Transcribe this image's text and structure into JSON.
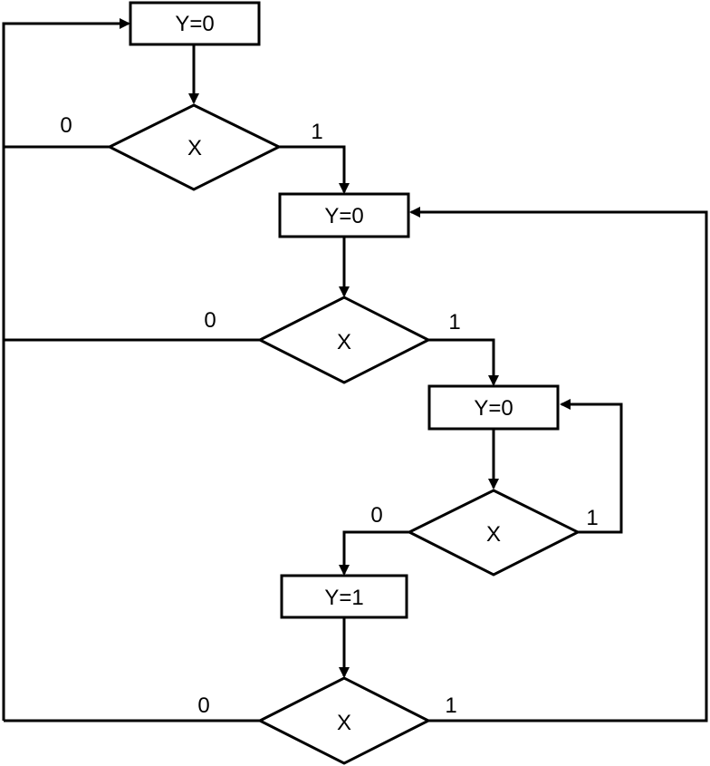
{
  "diagram": {
    "type": "flowchart",
    "nodes": [
      {
        "id": "p1",
        "kind": "process",
        "label": "Y=0"
      },
      {
        "id": "d1",
        "kind": "decision",
        "label": "X"
      },
      {
        "id": "p2",
        "kind": "process",
        "label": "Y=0"
      },
      {
        "id": "d2",
        "kind": "decision",
        "label": "X"
      },
      {
        "id": "p3",
        "kind": "process",
        "label": "Y=0"
      },
      {
        "id": "d3",
        "kind": "decision",
        "label": "X"
      },
      {
        "id": "p4",
        "kind": "process",
        "label": "Y=1"
      },
      {
        "id": "d4",
        "kind": "decision",
        "label": "X"
      }
    ],
    "edges": [
      {
        "from": "p1",
        "to": "d1",
        "label": ""
      },
      {
        "from": "d1",
        "to": "p1",
        "label": "0"
      },
      {
        "from": "d1",
        "to": "p2",
        "label": "1"
      },
      {
        "from": "p2",
        "to": "d2",
        "label": ""
      },
      {
        "from": "d2",
        "to": "p1",
        "label": "0"
      },
      {
        "from": "d2",
        "to": "p3",
        "label": "1"
      },
      {
        "from": "p3",
        "to": "d3",
        "label": ""
      },
      {
        "from": "d3",
        "to": "p4",
        "label": "0"
      },
      {
        "from": "d3",
        "to": "p3",
        "label": "1"
      },
      {
        "from": "p4",
        "to": "d4",
        "label": ""
      },
      {
        "from": "d4",
        "to": "p1",
        "label": "0"
      },
      {
        "from": "d4",
        "to": "p2",
        "label": "1"
      }
    ]
  }
}
